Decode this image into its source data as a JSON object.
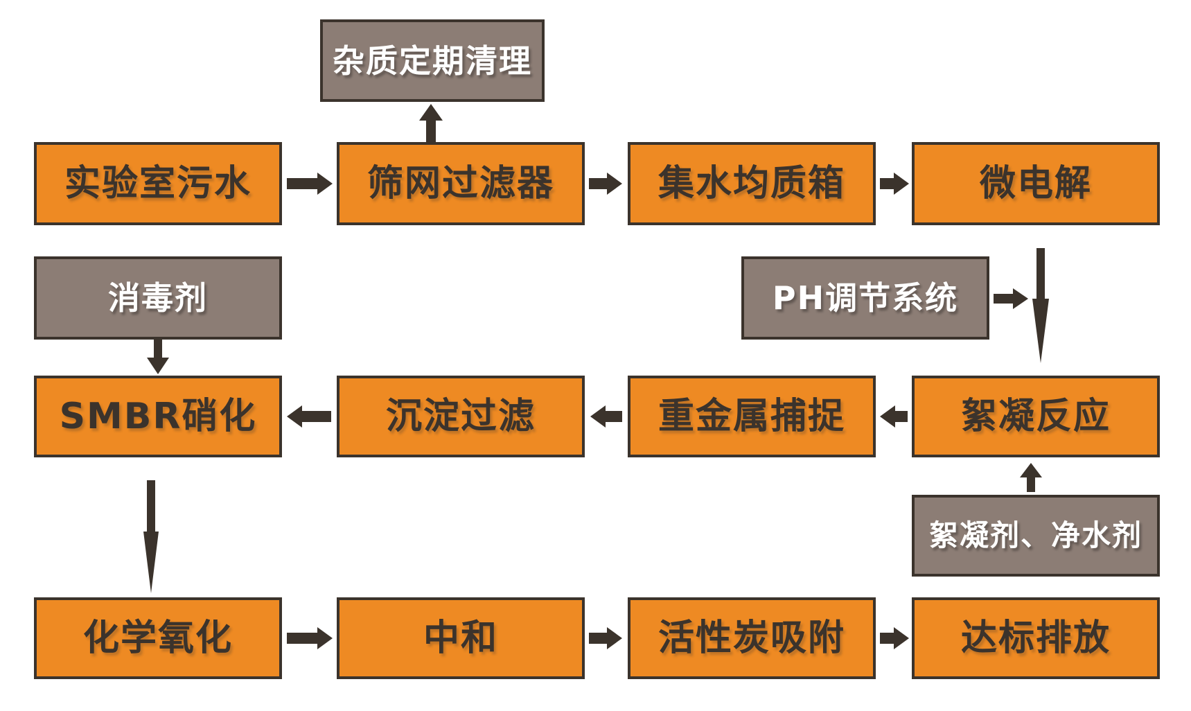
{
  "diagram": {
    "type": "flowchart",
    "subject": "实验室污水处理流程"
  },
  "colors": {
    "process_box": "#EE8A23",
    "annotation_box": "#8C7D75",
    "border": "#3B332C",
    "arrow": "#3B332C",
    "process_text": "#3B332C",
    "annotation_text": "#FFFFFF",
    "background": "#FFFFFF"
  },
  "nodes": {
    "impurity_cleaning": {
      "label": "杂质定期清理",
      "kind": "annotation"
    },
    "lab_sewage": {
      "label": "实验室污水",
      "kind": "process"
    },
    "screen_filter": {
      "label": "筛网过滤器",
      "kind": "process"
    },
    "equalization_tank": {
      "label": "集水均质箱",
      "kind": "process"
    },
    "micro_electrolysis": {
      "label": "微电解",
      "kind": "process"
    },
    "disinfectant": {
      "label": "消毒剂",
      "kind": "annotation"
    },
    "ph_adjustment": {
      "label": "PH调节系统",
      "kind": "annotation"
    },
    "smbr_nitrification": {
      "label": "SMBR硝化",
      "kind": "process"
    },
    "sedimentation_filtration": {
      "label": "沉淀过滤",
      "kind": "process"
    },
    "heavy_metal_capture": {
      "label": "重金属捕捉",
      "kind": "process"
    },
    "flocculation_reaction": {
      "label": "絮凝反应",
      "kind": "process"
    },
    "flocculant_purifier": {
      "label": "絮凝剂、净水剂",
      "kind": "annotation"
    },
    "chemical_oxidation": {
      "label": "化学氧化",
      "kind": "process"
    },
    "neutralization": {
      "label": "中和",
      "kind": "process"
    },
    "activated_carbon": {
      "label": "活性炭吸附",
      "kind": "process"
    },
    "standard_discharge": {
      "label": "达标排放",
      "kind": "process"
    }
  },
  "edges": [
    {
      "from": "lab_sewage",
      "to": "screen_filter"
    },
    {
      "from": "screen_filter",
      "to": "impurity_cleaning"
    },
    {
      "from": "screen_filter",
      "to": "equalization_tank"
    },
    {
      "from": "equalization_tank",
      "to": "micro_electrolysis"
    },
    {
      "from": "micro_electrolysis",
      "to": "flocculation_reaction"
    },
    {
      "from": "ph_adjustment",
      "to": "flocculation_reaction"
    },
    {
      "from": "flocculant_purifier",
      "to": "flocculation_reaction"
    },
    {
      "from": "flocculation_reaction",
      "to": "heavy_metal_capture"
    },
    {
      "from": "heavy_metal_capture",
      "to": "sedimentation_filtration"
    },
    {
      "from": "sedimentation_filtration",
      "to": "smbr_nitrification"
    },
    {
      "from": "disinfectant",
      "to": "smbr_nitrification"
    },
    {
      "from": "smbr_nitrification",
      "to": "chemical_oxidation"
    },
    {
      "from": "chemical_oxidation",
      "to": "neutralization"
    },
    {
      "from": "neutralization",
      "to": "activated_carbon"
    },
    {
      "from": "activated_carbon",
      "to": "standard_discharge"
    }
  ]
}
